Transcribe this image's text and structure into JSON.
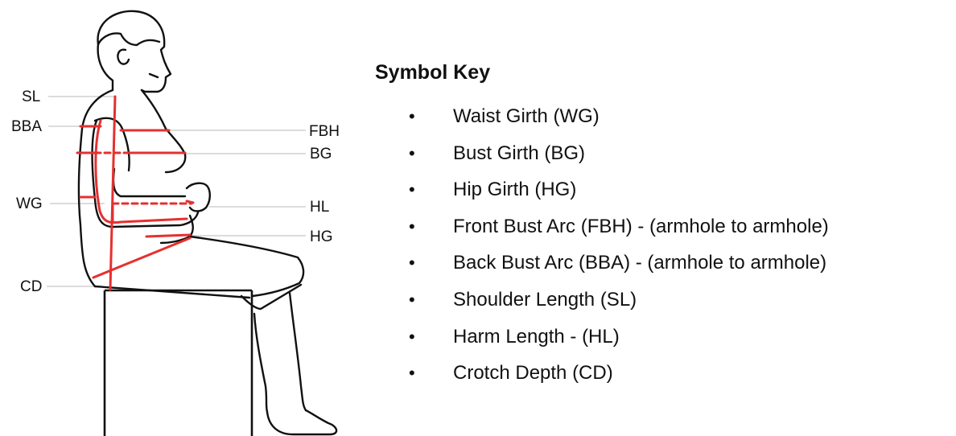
{
  "figure": {
    "left_labels": {
      "sl": "SL",
      "bba": "BBA",
      "wg": "WG",
      "cd": "CD"
    },
    "right_labels": {
      "fbh": "FBH",
      "bg": "BG",
      "hl": "HL",
      "hg": "HG"
    },
    "measure_color": "#e53030",
    "outline_color": "#111111",
    "guide_color": "#c8c8c8"
  },
  "key": {
    "title": "Symbol Key",
    "bullet": "•",
    "items": [
      "Waist Girth (WG)",
      "Bust Girth (BG)",
      "Hip Girth (HG)",
      "Front Bust Arc (FBH) - (armhole to armhole)",
      "Back Bust Arc (BBA) - (armhole to armhole)",
      "Shoulder Length (SL)",
      "Harm Length - (HL)",
      "Crotch Depth (CD)"
    ]
  }
}
